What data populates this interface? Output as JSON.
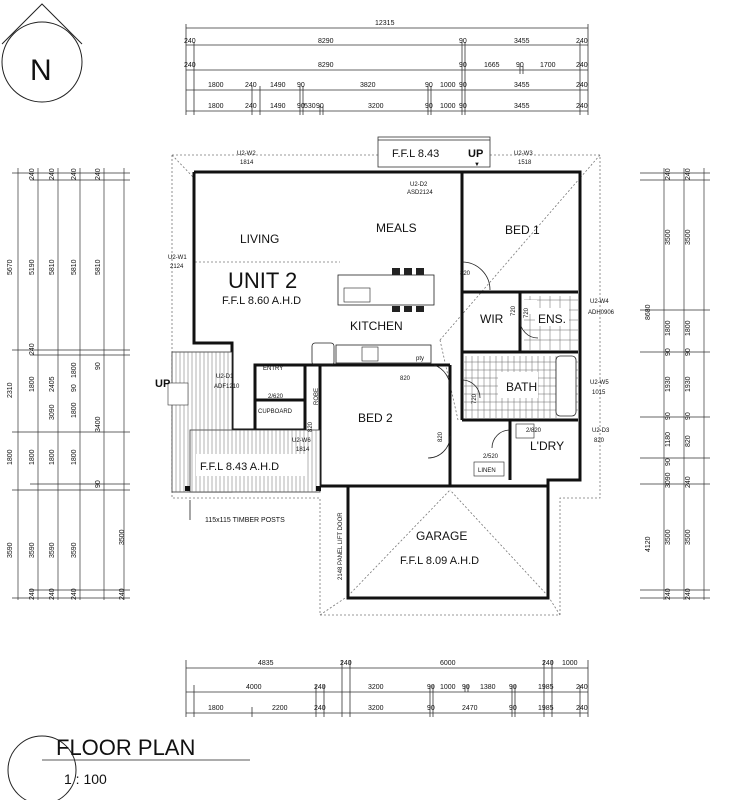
{
  "north_label": "N",
  "unit": {
    "name": "UNIT 2",
    "ffl": "F.F.L 8.60 A.H.D"
  },
  "rooms": {
    "living": "LIVING",
    "meals": "MEALS",
    "kitchen": "KITCHEN",
    "bed1": "BED 1",
    "bed2": "BED 2",
    "wir": "WIR",
    "ens": "ENS.",
    "bath": "BATH",
    "ldry": "L'DRY",
    "entry": "ENTRY",
    "robe": "ROBE",
    "cupboard": "CUPBOARD",
    "linen": "LINEN",
    "pty": "pty",
    "garage": "GARAGE",
    "garage_ffl": "F.F.L 8.09 A.H.D",
    "porch_ffl": "F.F.L 8.43 A.H.D",
    "landing_ffl": "F.F.L 8.43",
    "up_top": "UP",
    "up_left": "UP"
  },
  "windows": {
    "w2": "U2-W2",
    "w2_size": "1814",
    "w3": "U2-W3",
    "w3_size": "1518",
    "d2": "U2-D2",
    "d2_size": "ASD2124",
    "w1": "U2-W1",
    "w1_size": "2124",
    "w4": "U2-W4",
    "w4_size": "ADH0906",
    "w5": "U2-W5",
    "w5_size": "1015",
    "d3": "U2-D3",
    "d3_size": "820",
    "d1": "U2-D1",
    "d1_size": "ADF1210",
    "w6": "U2-W6",
    "w6_size": "1814"
  },
  "notes": {
    "posts": "115x115 TIMBER POSTS",
    "garage_door": "2148 PANEL LIFT DOOR"
  },
  "interior_dims": {
    "d820a": "820",
    "d820b": "820",
    "d820c": "820",
    "d720a": "720",
    "d720b": "720",
    "d720c": "720",
    "d2620": "2/620",
    "d2820": "2/820",
    "d2520": "2/520",
    "d820d": "820"
  },
  "top_dims": {
    "row1": [
      "12315"
    ],
    "row2": [
      "240",
      "8290",
      "90",
      "3455",
      "240"
    ],
    "row3": [
      "240",
      "8290",
      "90",
      "1665",
      "90",
      "1700",
      "240"
    ],
    "row4": [
      "1800",
      "240",
      "1490",
      "90",
      "3820",
      "90",
      "1000",
      "90",
      "3455",
      "240"
    ],
    "row5": [
      "1800",
      "240",
      "1490",
      "90",
      "530",
      "90",
      "3200",
      "90",
      "1000",
      "90",
      "3455",
      "240"
    ]
  },
  "bottom_dims": {
    "row1": [
      "4835",
      "240",
      "6000",
      "240",
      "1000"
    ],
    "row2": [
      "4000",
      "240",
      "3200",
      "90",
      "1000",
      "90",
      "1380",
      "90",
      "1985",
      "240"
    ],
    "row3": [
      "1800",
      "2200",
      "240",
      "3200",
      "90",
      "2470",
      "90",
      "1985",
      "240"
    ]
  },
  "left_dims": {
    "col1": [
      "5670",
      "2310",
      "1800",
      "3590"
    ],
    "col2": [
      "240",
      "5190",
      "240",
      "1800",
      "1800",
      "3590",
      "240"
    ],
    "col3": [
      "240",
      "5810",
      "2405",
      "3090",
      "1800",
      "3590",
      "240"
    ],
    "col4": [
      "240",
      "5810",
      "1800",
      "90",
      "1800",
      "1800",
      "3590",
      "240"
    ],
    "col5": [
      "240",
      "5810",
      "90",
      "3400",
      "90",
      "3500",
      "240"
    ]
  },
  "right_dims": {
    "col1": [
      "8680",
      "4120"
    ],
    "col2": [
      "240",
      "3500",
      "1800",
      "90",
      "1930",
      "90",
      "1180",
      "90",
      "3090",
      "3500",
      "240"
    ],
    "col3": [
      "240",
      "3500",
      "1800",
      "90",
      "1930",
      "90",
      "820",
      "240",
      "3500",
      "240"
    ]
  },
  "title": {
    "text": "FLOOR PLAN",
    "scale": "1 : 100"
  }
}
